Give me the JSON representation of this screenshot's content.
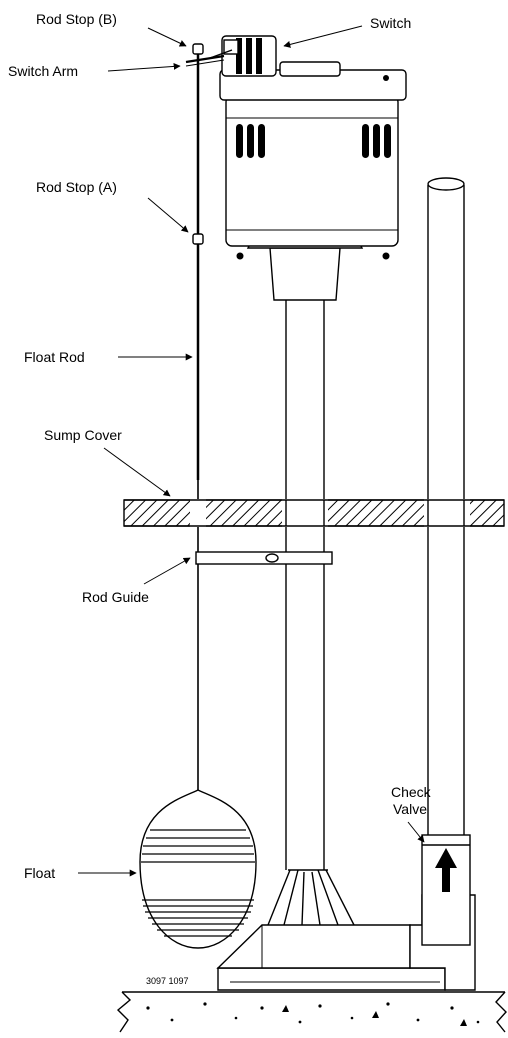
{
  "labels": {
    "rod_stop_b": "Rod Stop (B)",
    "switch": "Switch",
    "switch_arm": "Switch Arm",
    "rod_stop_a": "Rod Stop (A)",
    "float_rod": "Float Rod",
    "sump_cover": "Sump Cover",
    "rod_guide": "Rod Guide",
    "check_valve_line1": "Check",
    "check_valve_line2": "Valve",
    "float": "Float",
    "figure_code": "3097 1097"
  },
  "colors": {
    "ink": "#000000",
    "paper": "#ffffff"
  }
}
